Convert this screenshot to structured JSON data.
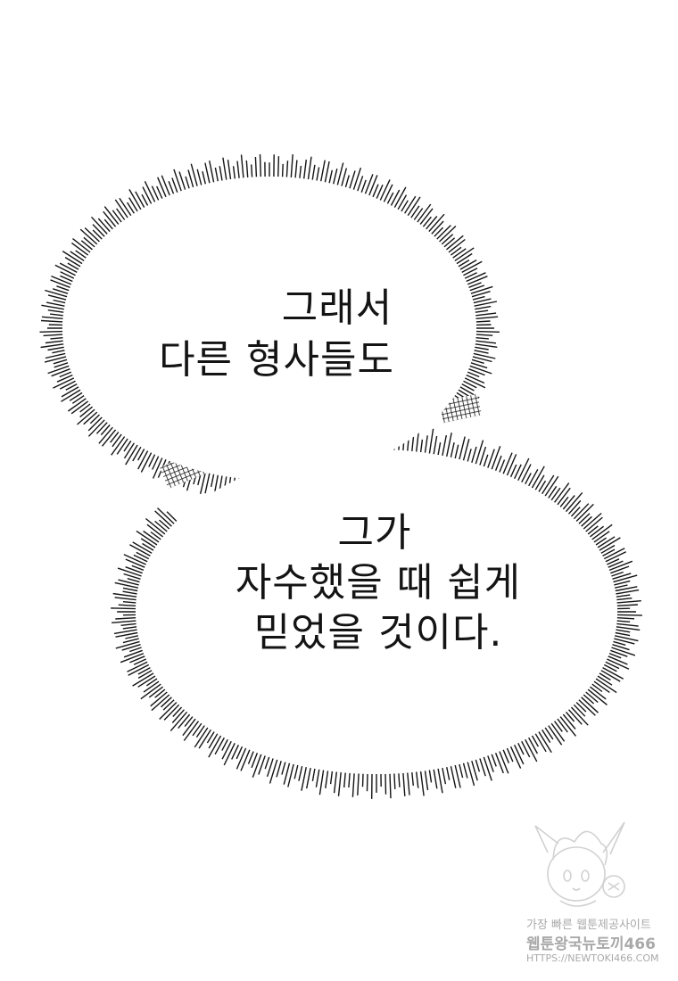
{
  "panel": {
    "bubble_top": {
      "lines": [
        "그래서",
        "다른 형사들도"
      ]
    },
    "bubble_bottom": {
      "lines": [
        "그가",
        "자수했을 때 쉽게",
        "믿었을 것이다."
      ]
    }
  },
  "watermark": {
    "line1": "가장 빠른 웹툰제공사이트",
    "line2": "웹툰왕국뉴토끼466",
    "line3": "HTTPS://NEWTOKI466.COM"
  },
  "colors": {
    "ink": "#141414",
    "background": "#ffffff",
    "watermark": "#a9a9a9"
  }
}
